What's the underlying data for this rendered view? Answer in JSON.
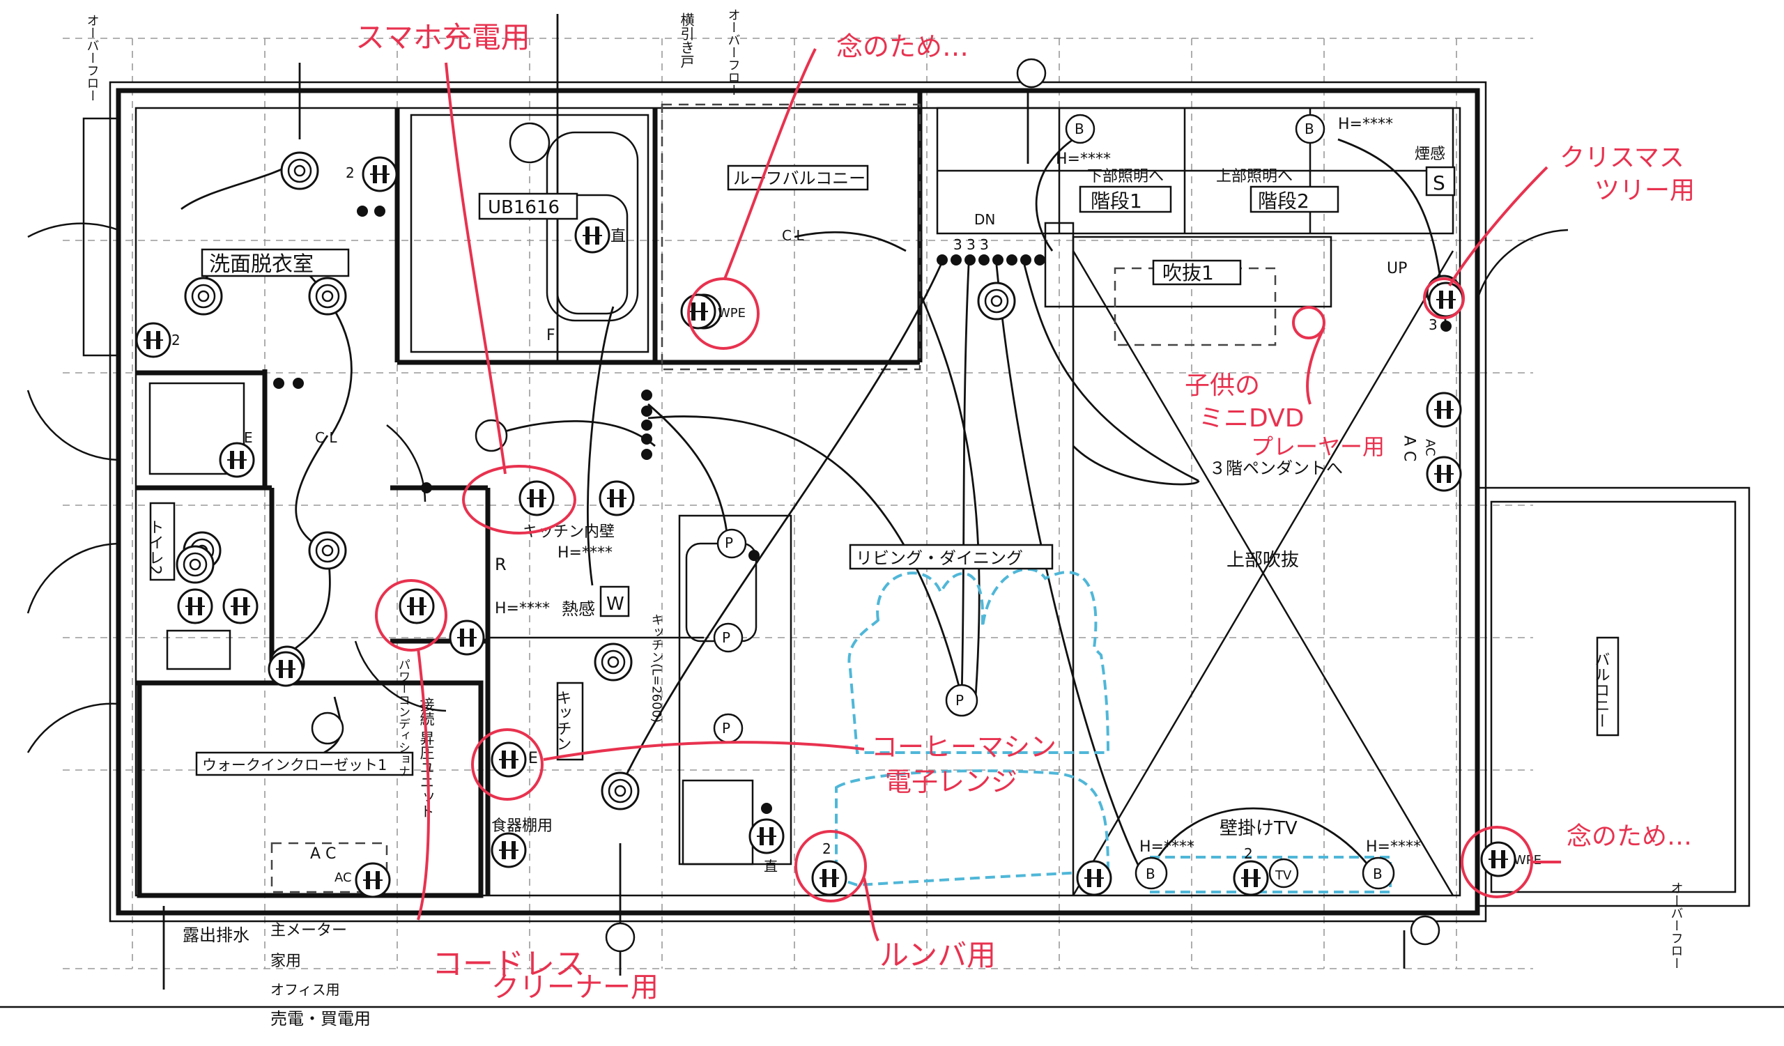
{
  "rooms": {
    "washroom": "洗面脱衣室",
    "unit_bath": "UB1616",
    "roof_balcony": "ルーフバルコニー",
    "stairs1": "階段1",
    "stairs2": "階段2",
    "void1": "吹抜1",
    "toilet2": "トイレ2",
    "living": "リビング・ダイニング",
    "kitchen": "キッチン",
    "walkin": "ウォークインクローゼット1",
    "balcony": "バルコニー",
    "upper_void": "上部吹抜"
  },
  "labels": {
    "overflow_top": "オーバーフロー",
    "overflow_left": "オーバーフロー",
    "overflow_bottom_right": "オーバーフロー",
    "sliding_door": "横引き戸",
    "lower_light": "下部照明へ",
    "upper_light": "上部照明へ",
    "h_top": "H=****",
    "h_stairs": "H=****",
    "h_kitchen": "H=****",
    "h_kitchen2": "H=****",
    "h_b_left": "H=****",
    "h_b_right": "H=****",
    "smoke": "煙感",
    "smoke_sym": "S",
    "dn": "DN",
    "up": "UP",
    "num333": "3 3 3",
    "ac_vertical": "A C",
    "ac_right": "AC",
    "pendant": "３階ペンダントへ",
    "kitchen_wall": "キッチン内壁",
    "heat_sensor": "熱感",
    "w_sym": "W",
    "r_sym": "R",
    "power_conditioner": "パワーコンディショナ",
    "boost_unit": "接続 昇圧ユニット",
    "kitchen_len": "キッチン(L=2600)",
    "dish_shelf": "食器棚用",
    "wall_tv": "壁掛けTV",
    "tv": "TV",
    "ac_bottom": "A C",
    "ac_bottom2": "AC",
    "cl": "C L",
    "wpe": "WPE",
    "p": "P",
    "b": "B",
    "e": "E",
    "f": "F",
    "direct": "直",
    "direct2": "直",
    "two": "2",
    "three": "3"
  },
  "legend": {
    "exposed_drain": "露出排水",
    "main_meter": "主メーター",
    "home": "家用",
    "office": "オフィス用",
    "power_sale": "売電・買電用"
  },
  "annotations": {
    "smartphone": "スマホ充電用",
    "just_in_case_top": "念のため…",
    "christmas_1": "クリスマス",
    "christmas_2": "ツリー用",
    "kids_1": "子供の",
    "kids_2": "ミニDVD",
    "kids_3": "プレーヤー用",
    "coffee": "コーヒーマシン",
    "microwave": "電子レンジ",
    "cordless_1": "コードレス",
    "cordless_2": "クリーナー用",
    "roomba": "ルンバ用",
    "just_in_case_bottom": "念のため…"
  },
  "colors": {
    "annotation_red": "#e8324f",
    "furniture_blue": "#4fb7d8",
    "line": "#111111"
  }
}
